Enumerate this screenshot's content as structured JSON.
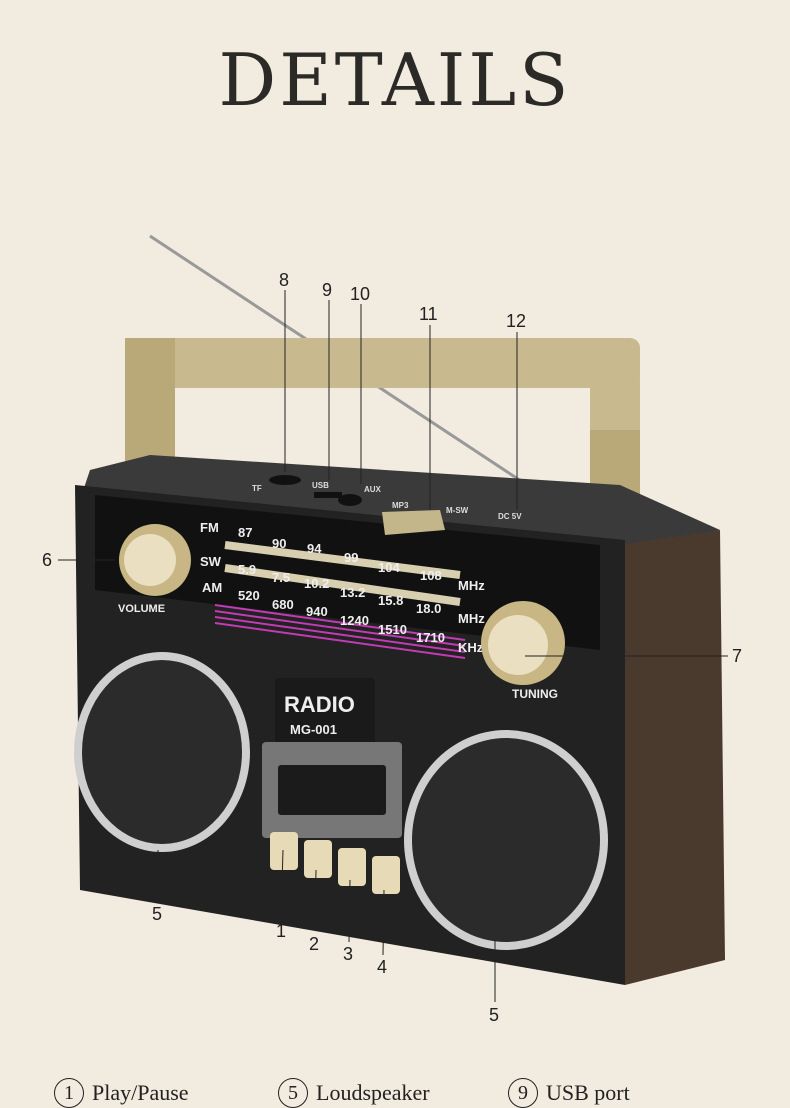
{
  "title": "DETAILS",
  "callouts": [
    "1",
    "2",
    "3",
    "4",
    "5",
    "5",
    "6",
    "7",
    "8",
    "9",
    "10",
    "11",
    "12"
  ],
  "top_ports": {
    "tf": "TF",
    "usb": "USB",
    "aux": "AUX",
    "mode": "MP3",
    "band": "M-SW",
    "dc": "DC 5V"
  },
  "dial": {
    "fm": {
      "label": "FM",
      "values": [
        "87",
        "90",
        "94",
        "99",
        "104",
        "108"
      ],
      "unit": "MHz"
    },
    "sw": {
      "label": "SW",
      "values": [
        "5.9",
        "7.5",
        "10.2",
        "13.2",
        "15.8",
        "18.0"
      ],
      "unit": "MHz"
    },
    "am": {
      "label": "AM",
      "values": [
        "520",
        "680",
        "940",
        "1240",
        "1510",
        "1710"
      ],
      "unit": "KHz"
    }
  },
  "knobs": {
    "volume": "VOLUME",
    "tuning": "TUNING"
  },
  "badge": {
    "brand": "RADIO",
    "model": "MG-001"
  },
  "legend": [
    {
      "num": "1",
      "label": "Play/Pause"
    },
    {
      "num": "5",
      "label": "Loudspeaker"
    },
    {
      "num": "9",
      "label": "USB port"
    }
  ]
}
